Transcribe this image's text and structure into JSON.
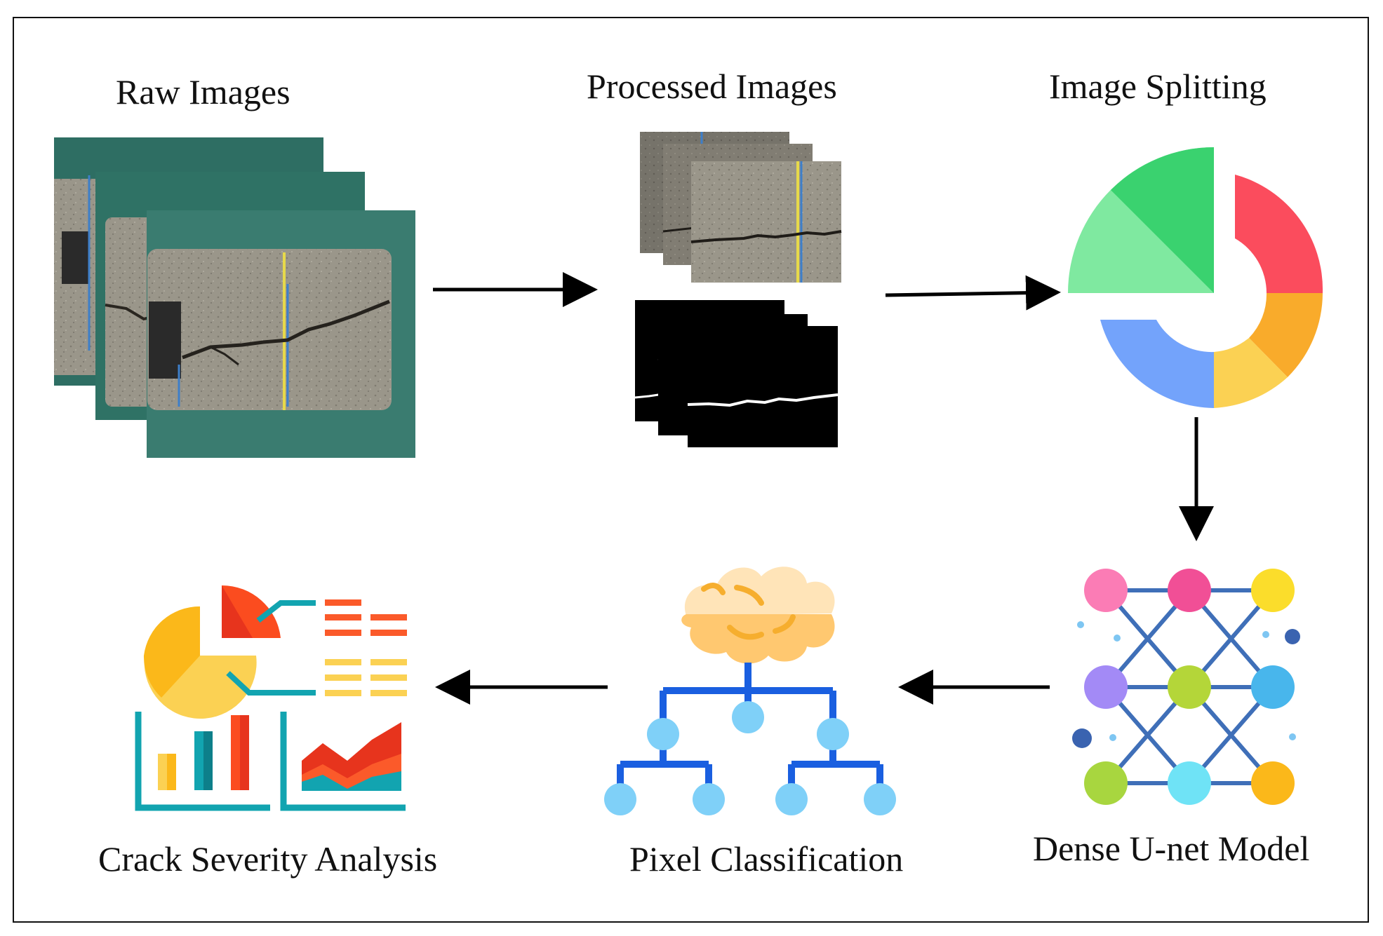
{
  "stages": {
    "raw": {
      "label": "Raw Images"
    },
    "processed": {
      "label": "Processed Images"
    },
    "splitting": {
      "label": "Image Splitting"
    },
    "model": {
      "label": "Dense U-net Model"
    },
    "classification": {
      "label": "Pixel Classification"
    },
    "analysis": {
      "label": "Crack Severity Analysis"
    }
  },
  "icons": {
    "raw": "concrete-crack-photo-stack-icon",
    "processed_photos": "processed-photo-stack-icon",
    "processed_masks": "crack-mask-stack-icon",
    "splitting": "segmented-donut-chart-icon",
    "model": "neural-network-icon",
    "classification": "brain-hierarchy-icon",
    "analysis": "analytics-dashboard-icon"
  },
  "colors": {
    "green_dark": "#3ad26f",
    "green_light": "#7fe9a0",
    "red": "#fb4c5d",
    "orange": "#f9ab2b",
    "yellow": "#fbd153",
    "blue": "#73a3fb"
  }
}
